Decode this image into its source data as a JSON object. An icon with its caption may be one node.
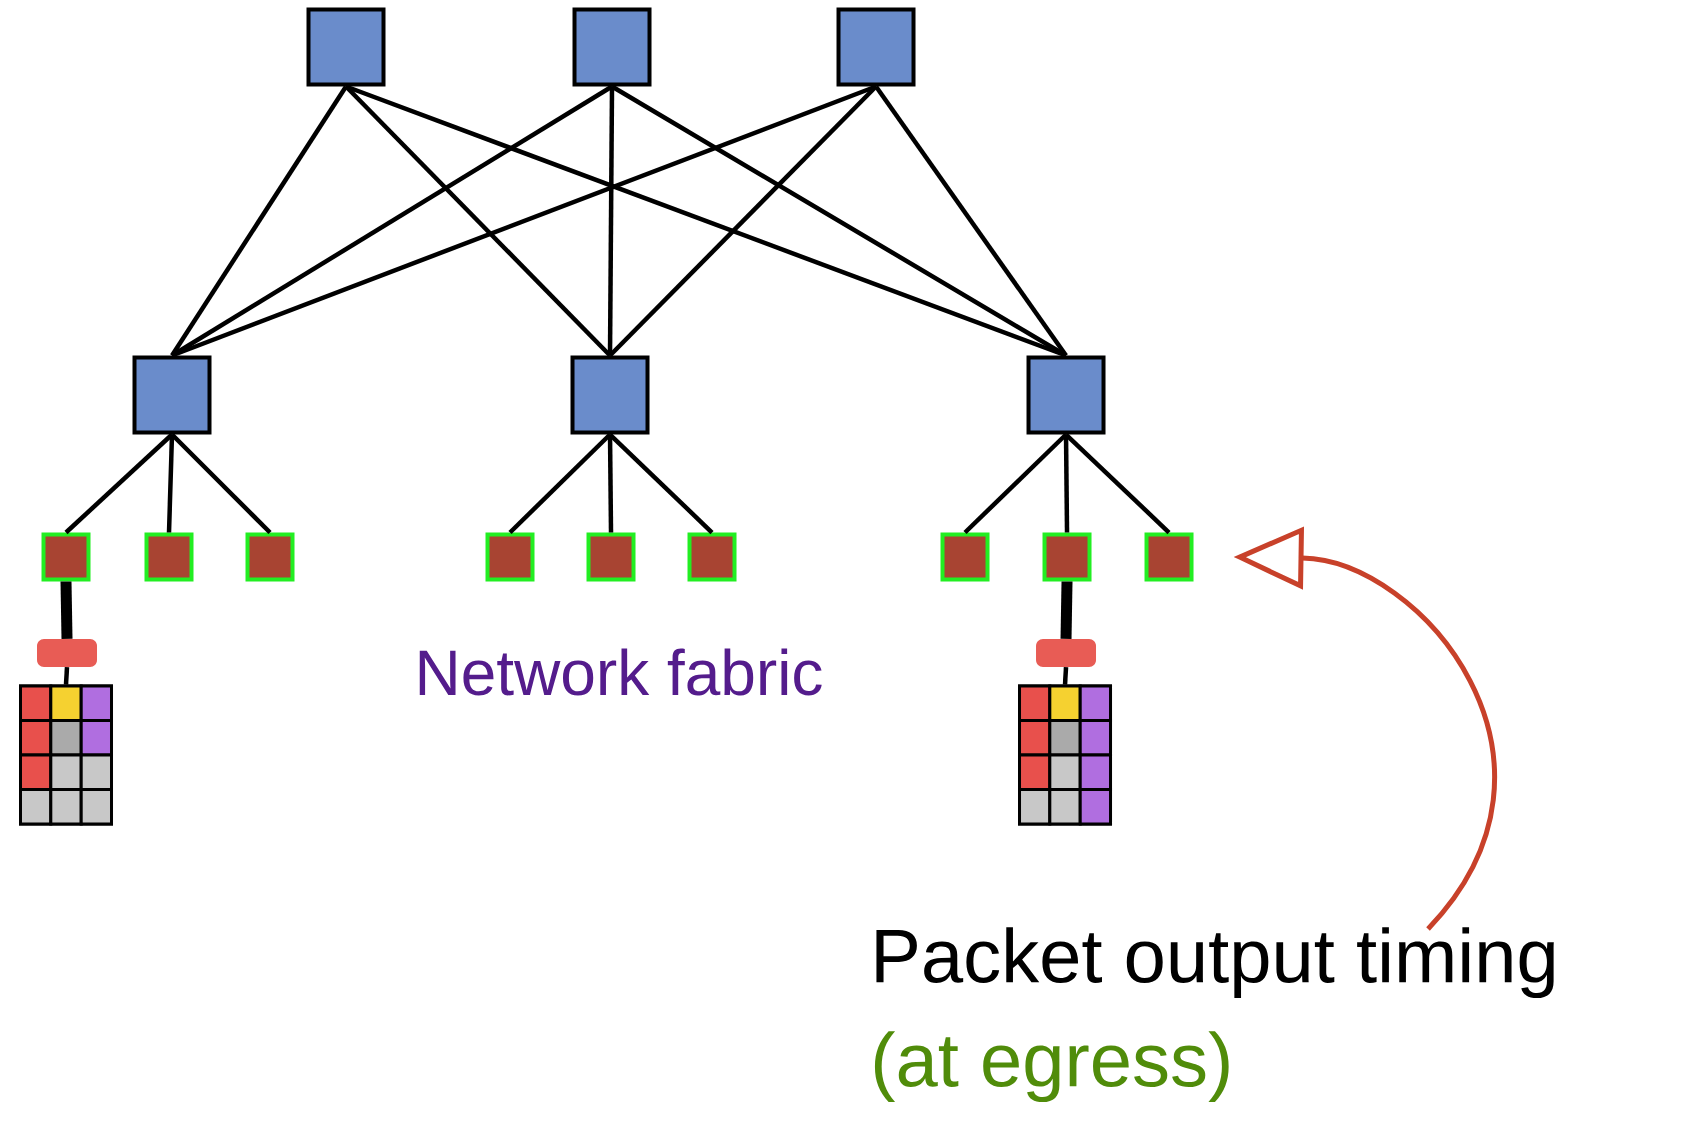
{
  "diagram": {
    "nodes": [
      {
        "text": [],
        "shape": "box"
      },
      {
        "text": [],
        "shape": "box"
      },
      {
        "text": [],
        "shape": "box"
      },
      {
        "text": [],
        "shape": "box"
      },
      {
        "text": [],
        "shape": "box"
      },
      {
        "text": [],
        "shape": "box"
      },
      {
        "text": [],
        "shape": "box"
      },
      {
        "text": [],
        "shape": "box"
      },
      {
        "text": [],
        "shape": "box"
      },
      {
        "text": [],
        "shape": "box"
      },
      {
        "text": [],
        "shape": "box"
      },
      {
        "text": [],
        "shape": "box"
      },
      {
        "text": [],
        "shape": "box"
      },
      {
        "text": [],
        "shape": "box"
      },
      {
        "text": [],
        "shape": "box"
      },
      {
        "text": [],
        "shape": "box"
      },
      {
        "text": [],
        "shape": "box"
      },
      {
        "text": [],
        "shape": "box"
      },
      {
        "text": [],
        "shape": "box"
      },
      {
        "text": [
          "Packet output timing",
          "(at egress)"
        ]
      }
    ],
    "edges": [
      {
        "from": 0,
        "to": 3,
        "arrow": "none"
      },
      {
        "from": 0,
        "to": 4,
        "arrow": "none"
      },
      {
        "from": 0,
        "to": 5,
        "arrow": "none"
      },
      {
        "from": 1,
        "to": 3,
        "arrow": "none"
      },
      {
        "from": 1,
        "to": 4,
        "arrow": "none"
      },
      {
        "from": 1,
        "to": 5,
        "arrow": "none"
      },
      {
        "from": 2,
        "to": 3,
        "arrow": "none"
      },
      {
        "from": 2,
        "to": 4,
        "arrow": "none"
      },
      {
        "from": 2,
        "to": 5,
        "arrow": "none"
      },
      {
        "from": 3,
        "to": 6,
        "arrow": "none"
      },
      {
        "from": 3,
        "to": 7,
        "arrow": "none"
      },
      {
        "from": 3,
        "to": 8,
        "arrow": "none"
      },
      {
        "from": 4,
        "to": 9,
        "arrow": "none"
      },
      {
        "from": 4,
        "to": 10,
        "arrow": "none"
      },
      {
        "from": 4,
        "to": 11,
        "arrow": "none"
      },
      {
        "from": 5,
        "to": 12,
        "arrow": "none"
      },
      {
        "from": 5,
        "to": 13,
        "arrow": "none"
      },
      {
        "from": 5,
        "to": 14,
        "arrow": "none"
      },
      {
        "from": 6,
        "to": 15,
        "arrow": "none",
        "style": "thick"
      },
      {
        "from": 15,
        "to": 16,
        "arrow": "none"
      },
      {
        "from": 13,
        "to": 17,
        "arrow": "none",
        "style": "thick"
      },
      {
        "from": 17,
        "to": 18,
        "arrow": "none"
      },
      {
        "from": 19,
        "to": 14,
        "arrow": "to",
        "color": "#c8412a"
      }
    ],
    "labels": [
      "Network fabric"
    ]
  }
}
